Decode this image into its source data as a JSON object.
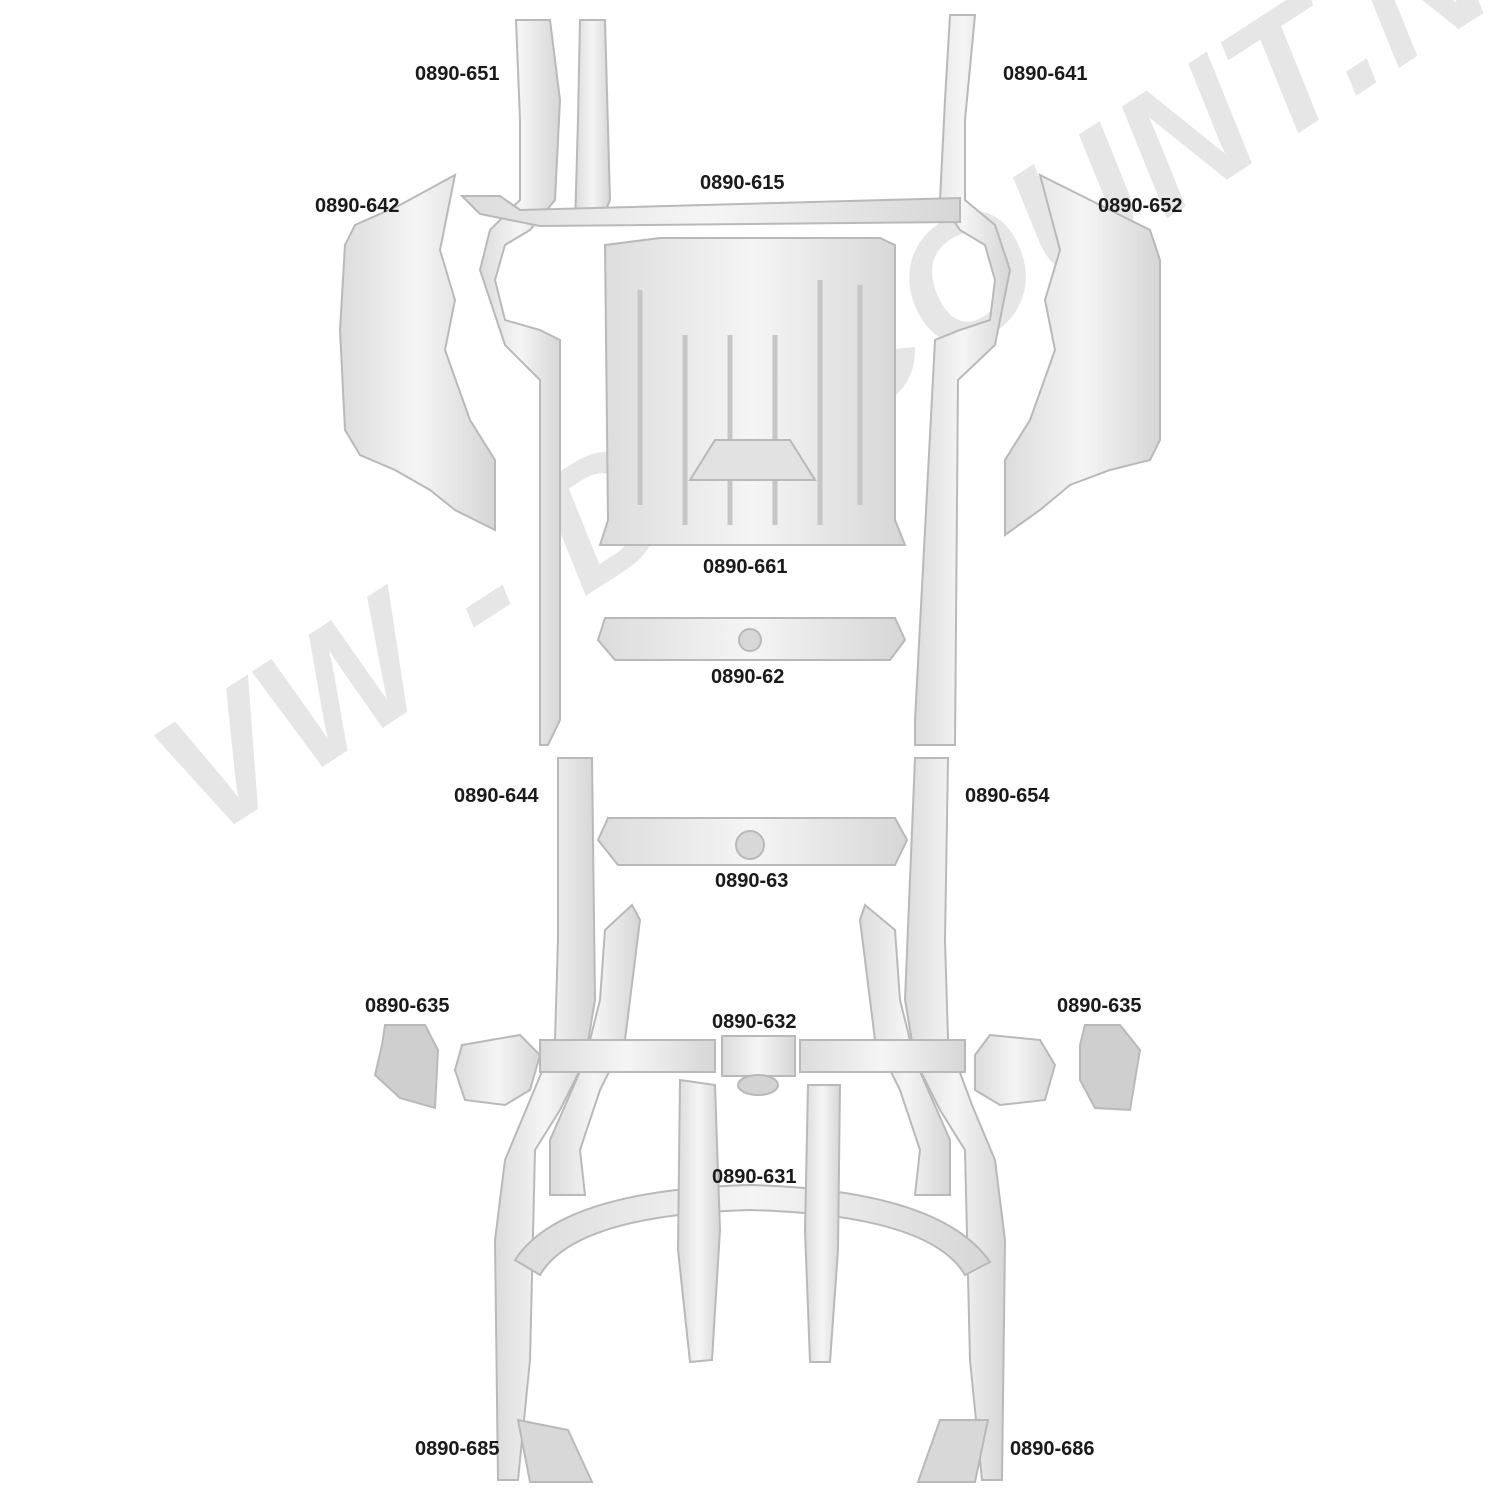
{
  "watermark": {
    "text": "VW - DISCOUNT.NET"
  },
  "colors": {
    "part_fill": "#ededed",
    "part_stroke": "#b9b9b9",
    "part_dark": "#d2d2d2",
    "watermark": "#e6e6e6",
    "label": "#1a1a1a"
  },
  "labels": {
    "p651": "0890-651",
    "p641": "0890-641",
    "p615": "0890-615",
    "p642": "0890-642",
    "p652": "0890-652",
    "p661": "0890-661",
    "p62": "0890-62",
    "p644": "0890-644",
    "p654": "0890-654",
    "p63": "0890-63",
    "p635_left": "0890-635",
    "p635_right": "0890-635",
    "p632": "0890-632",
    "p631": "0890-631",
    "p685": "0890-685",
    "p686": "0890-686"
  }
}
